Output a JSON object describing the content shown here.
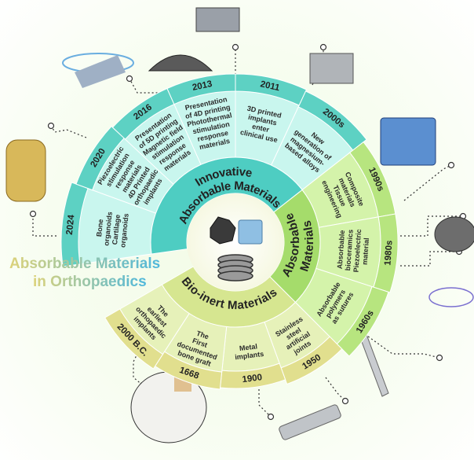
{
  "title": {
    "line1": "Absorbable Materials",
    "line2": "in Orthopaedics"
  },
  "colors": {
    "innovative_band": "#5dd1c3",
    "innovative_cell": "#c9f6ee",
    "innovative_ring": "#4ecdc2",
    "absorbable_band": "#b7e57f",
    "absorbable_cell": "#d4f3aa",
    "absorbable_ring": "#a5dc6b",
    "bioinert_band": "#e1df8e",
    "bioinert_cell": "#e6f1b9",
    "bioinert_ring": "#d6e690",
    "title_start": "#dcd27a",
    "title_end": "#4fb8dc"
  },
  "categories": [
    {
      "id": "innovative",
      "lines": [
        "Innovative",
        "Absorbable Materials"
      ]
    },
    {
      "id": "absorbable",
      "lines": [
        "Absorbable",
        "Materials"
      ]
    },
    {
      "id": "bioinert",
      "lines": [
        "Bio-inert Materials"
      ]
    }
  ],
  "segments": [
    {
      "category": "innovative",
      "year": "2024",
      "lines": [
        "Bone",
        "organoids",
        "Cartilage",
        "organoids"
      ]
    },
    {
      "category": "innovative",
      "year": "2020",
      "lines": [
        "Piezoelectric",
        "stimulation",
        "response",
        "materials",
        "4D Printed",
        "orthopaedic",
        "implants"
      ]
    },
    {
      "category": "innovative",
      "year": "2016",
      "lines": [
        "Presentation",
        "of 5D printing",
        "Magnetic field",
        "stimulation",
        "response",
        "materials"
      ]
    },
    {
      "category": "innovative",
      "year": "2013",
      "lines": [
        "Presentation",
        "of 4D printing",
        "Photothermal",
        "stimulation",
        "response",
        "materials"
      ]
    },
    {
      "category": "innovative",
      "year": "2011",
      "lines": [
        "3D printed",
        "implants",
        "enter",
        "clinical use"
      ]
    },
    {
      "category": "innovative",
      "year": "2000s",
      "lines": [
        "New",
        "generation of",
        "magnesium-",
        "based alloys"
      ]
    },
    {
      "category": "absorbable",
      "year": "1990s",
      "lines": [
        "Composite",
        "materials",
        "Tissue",
        "engineering"
      ]
    },
    {
      "category": "absorbable",
      "year": "1980s",
      "lines": [
        "Absorbable",
        "bioceramics",
        "Piezoelectric",
        "material"
      ]
    },
    {
      "category": "absorbable",
      "year": "1960s",
      "lines": [
        "Absorbable",
        "polymers",
        "as sutures"
      ]
    },
    {
      "category": "bioinert",
      "year": "1950",
      "lines": [
        "Stainless",
        "steel",
        "artificial",
        "joints"
      ]
    },
    {
      "category": "bioinert",
      "year": "1900",
      "lines": [
        "Metal",
        "implants"
      ]
    },
    {
      "category": "bioinert",
      "year": "1668",
      "lines": [
        "The",
        "First",
        "documented",
        "bone graft"
      ]
    },
    {
      "category": "bioinert",
      "year": "2000 B.C.",
      "lines": [
        "The",
        "earliest",
        "orthopaedic",
        "implants"
      ]
    }
  ]
}
